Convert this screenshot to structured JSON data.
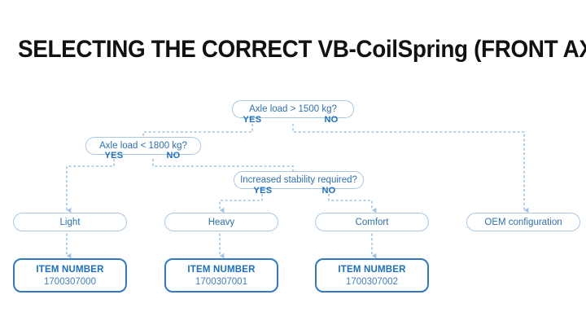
{
  "title": "SELECTING THE CORRECT VB-CoilSpring (FRONT AXLE)",
  "colors": {
    "title_text": "#111111",
    "node_border_light": "#a9c6e3",
    "node_border_strong": "#2f79c6",
    "node_text": "#2f6fb5",
    "branch_label": "#1a6fc4",
    "connector": "#9fc3e6",
    "background": "#ffffff"
  },
  "decisions": [
    {
      "id": "d1",
      "label": "Axle load > 1500 kg?",
      "yes": "YES",
      "no": "NO"
    },
    {
      "id": "d2",
      "label": "Axle load < 1800 kg?",
      "yes": "YES",
      "no": "NO"
    },
    {
      "id": "d3",
      "label": "Increased stability required?",
      "yes": "YES",
      "no": "NO"
    }
  ],
  "results": [
    {
      "id": "r1",
      "label": "Light"
    },
    {
      "id": "r2",
      "label": "Heavy"
    },
    {
      "id": "r3",
      "label": "Comfort"
    },
    {
      "id": "r4",
      "label": "OEM configuration"
    }
  ],
  "items": [
    {
      "id": "i1",
      "title": "ITEM NUMBER",
      "number": "1700307000"
    },
    {
      "id": "i2",
      "title": "ITEM NUMBER",
      "number": "1700307001"
    },
    {
      "id": "i3",
      "title": "ITEM NUMBER",
      "number": "1700307002"
    }
  ]
}
